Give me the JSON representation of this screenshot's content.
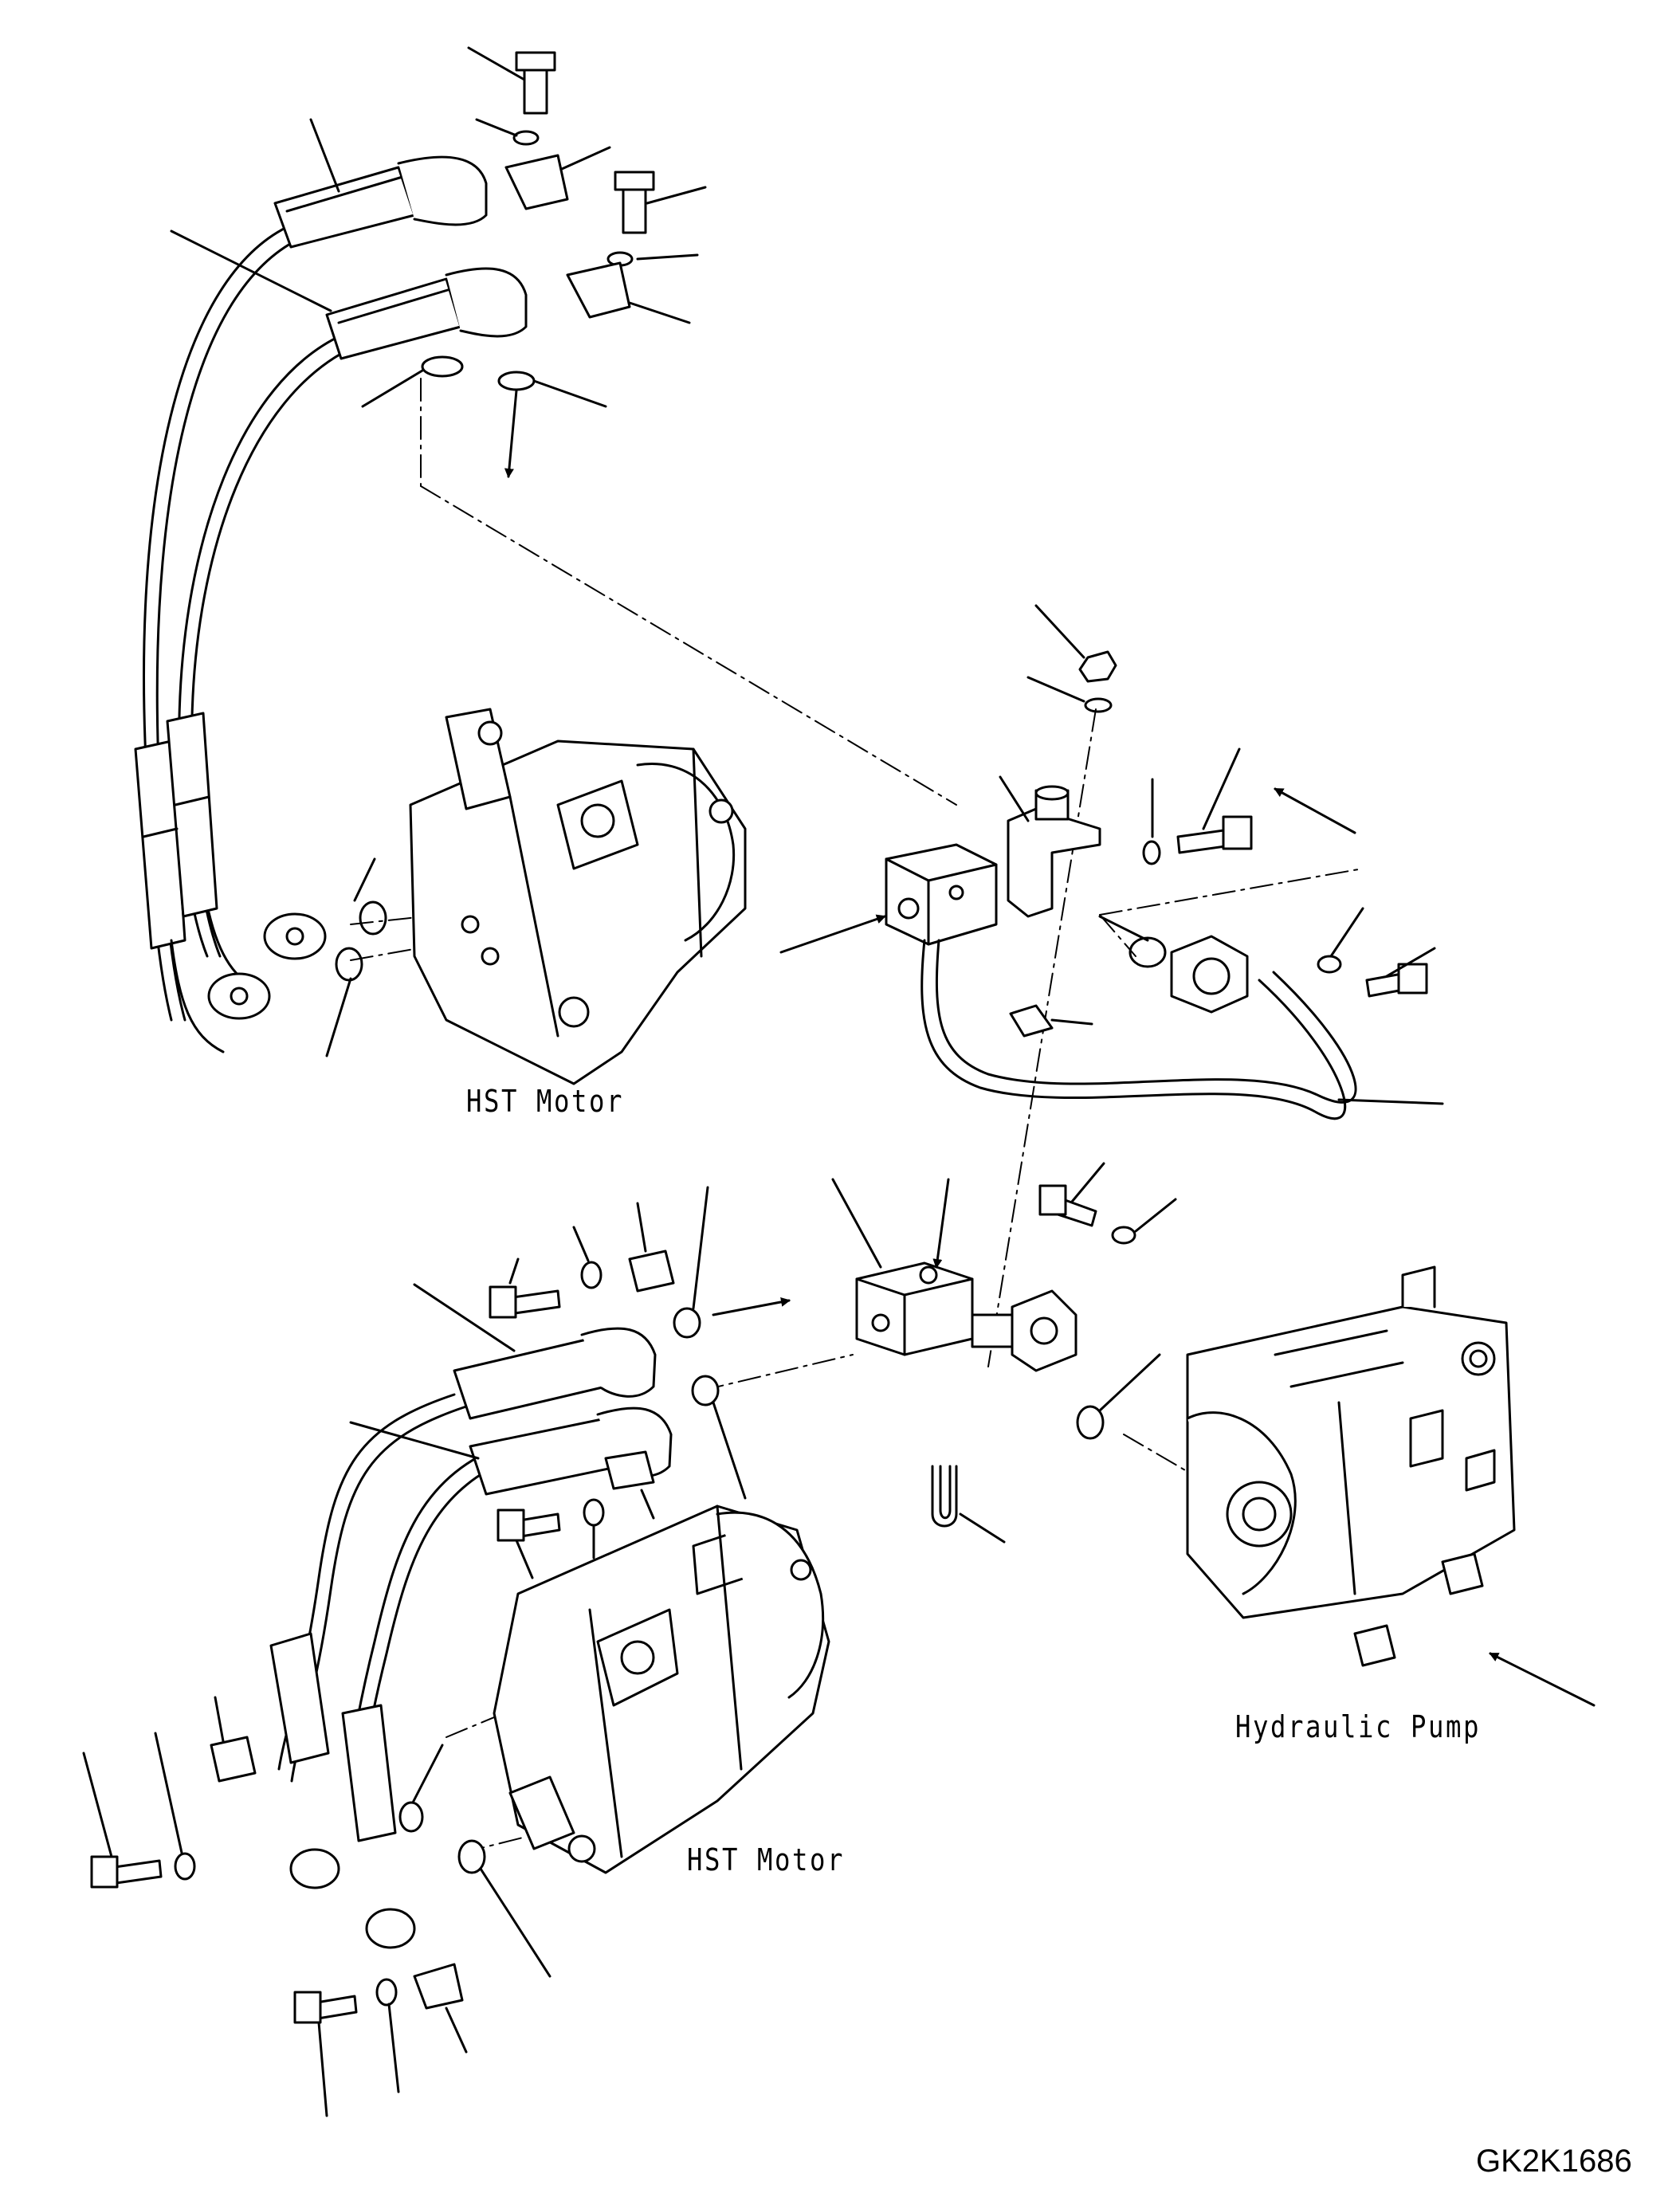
{
  "labels": {
    "motor_upper": "HST Motor",
    "motor_lower": "HST Motor",
    "pump": "Hydraulic Pump",
    "drawing_code": "GK2K1686"
  },
  "colors": {
    "line": "#000000",
    "background": "#ffffff"
  }
}
